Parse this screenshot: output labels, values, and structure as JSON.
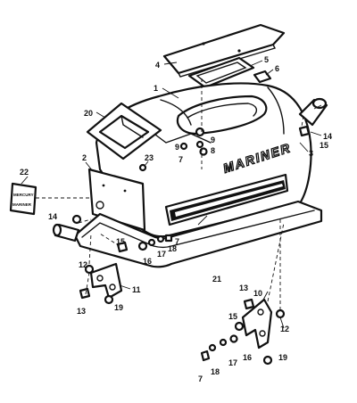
{
  "brand": {
    "cowl_text": "MARINER",
    "decal_line1": "MERCURY",
    "decal_line2": "MARINER"
  },
  "callouts": [
    "1",
    "2",
    "3",
    "4",
    "5",
    "6",
    "7",
    "8",
    "9",
    "10",
    "11",
    "12",
    "13",
    "14",
    "15",
    "16",
    "17",
    "18",
    "19",
    "20",
    "21",
    "22",
    "23"
  ],
  "labels": {
    "c1": "1",
    "c2": "2",
    "c3": "3",
    "c4": "4",
    "c5": "5",
    "c6": "6",
    "c7a": "7",
    "c7b": "7",
    "c7c": "7",
    "c8": "8",
    "c9a": "9",
    "c9b": "9",
    "c10": "10",
    "c11": "11",
    "c12a": "12",
    "c12b": "12",
    "c13a": "13",
    "c13b": "13",
    "c14a": "14",
    "c14b": "14",
    "c15a": "15",
    "c15b": "15",
    "c15c": "15",
    "c16a": "16",
    "c16b": "16",
    "c17a": "17",
    "c17b": "17",
    "c18a": "18",
    "c18b": "18",
    "c19a": "19",
    "c19b": "19",
    "c20": "20",
    "c21": "21",
    "c22": "22",
    "c23": "23"
  }
}
